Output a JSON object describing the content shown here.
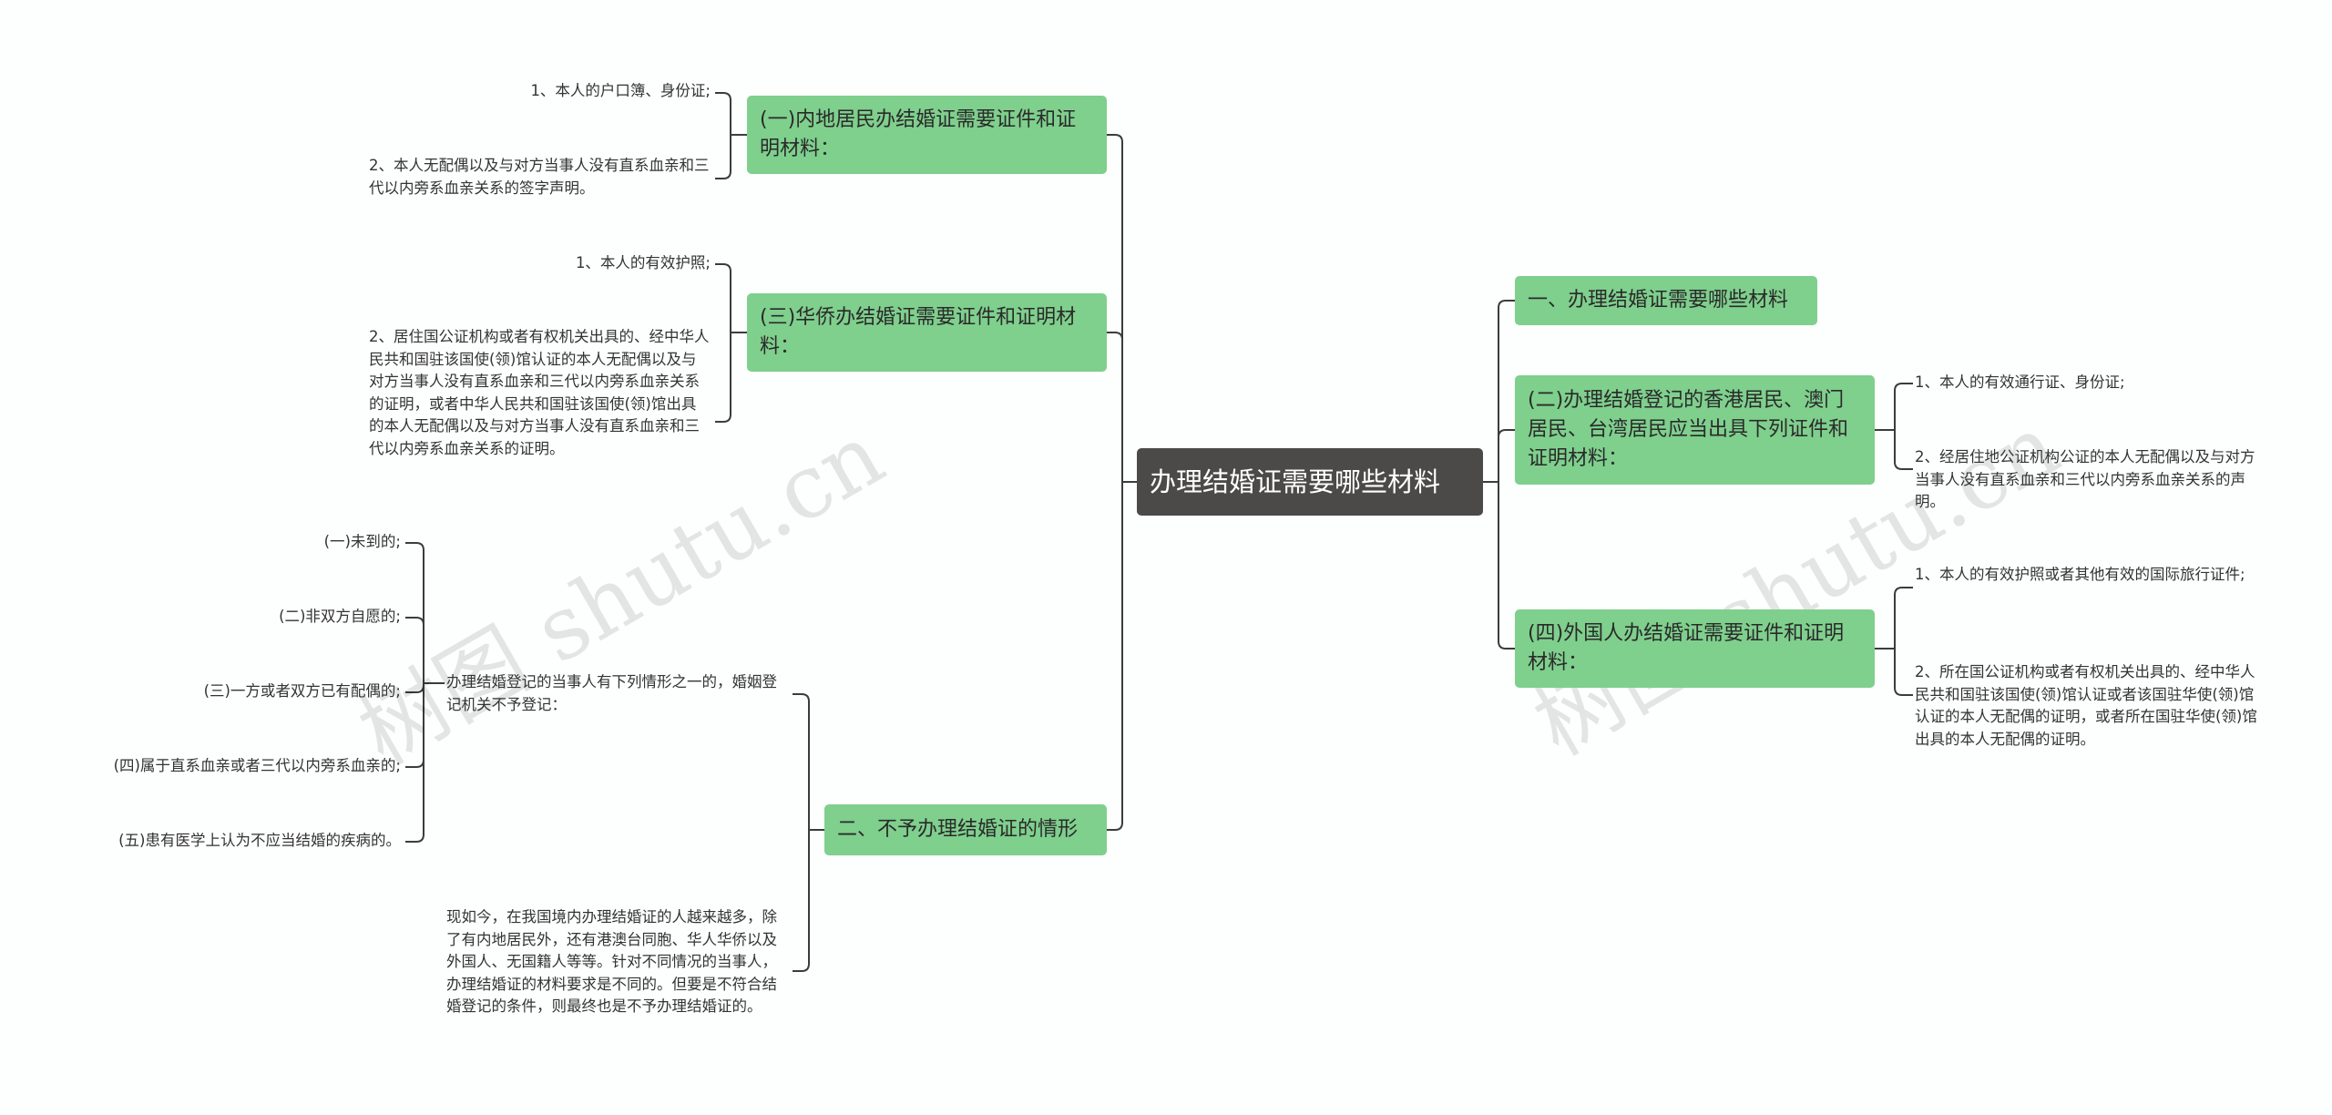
{
  "root": {
    "text": "办理结婚证需要哪些材料"
  },
  "watermark": "树图 shutu.cn",
  "left_branches": [
    {
      "id": "L1",
      "text": "(一)内地居民办结婚证需要证件和证明材料："
    },
    {
      "id": "L2",
      "text": "(三)华侨办结婚证需要证件和证明材料："
    },
    {
      "id": "L3",
      "text": "二、不予办理结婚证的情形"
    }
  ],
  "right_branches": [
    {
      "id": "R1",
      "text": "一、办理结婚证需要哪些材料"
    },
    {
      "id": "R2",
      "text": "(二)办理结婚登记的香港居民、澳门居民、台湾居民应当出具下列证件和证明材料："
    },
    {
      "id": "R3",
      "text": "(四)外国人办结婚证需要证件和证明材料："
    }
  ],
  "leaves": {
    "L1a": "1、本人的户口簿、身份证;",
    "L1b": "2、本人无配偶以及与对方当事人没有直系血亲和三代以内旁系血亲关系的签字声明。",
    "L2a": "1、本人的有效护照;",
    "L2b": "2、居住国公证机构或者有权机关出具的、经中华人民共和国驻该国使(领)馆认证的本人无配偶以及与对方当事人没有直系血亲和三代以内旁系血亲关系的证明，或者中华人民共和国驻该国使(领)馆出具的本人无配偶以及与对方当事人没有直系血亲和三代以内旁系血亲关系的证明。",
    "L3a": "办理结婚登记的当事人有下列情形之一的，婚姻登记机关不予登记：",
    "L3b": "现如今，在我国境内办理结婚证的人越来越多，除了有内地居民外，还有港澳台同胞、华人华侨以及外国人、无国籍人等等。针对不同情况的当事人，办理结婚证的材料要求是不同的。但要是不符合结婚登记的条件，则最终也是不予办理结婚证的。",
    "L3a1": "(一)未到的;",
    "L3a2": "(二)非双方自愿的;",
    "L3a3": "(三)一方或者双方已有配偶的;",
    "L3a4": "(四)属于直系血亲或者三代以内旁系血亲的;",
    "L3a5": "(五)患有医学上认为不应当结婚的疾病的。",
    "R2a": "1、本人的有效通行证、身份证;",
    "R2b": "2、经居住地公证机构公证的本人无配偶以及与对方当事人没有直系血亲和三代以内旁系血亲关系的声明。",
    "R3a": "1、本人的有效护照或者其他有效的国际旅行证件;",
    "R3b": "2、所在国公证机构或者有权机关出具的、经中华人民共和国驻该国使(领)馆认证或者该国驻华使(领)馆认证的本人无配偶的证明，或者所在国驻华使(领)馆出具的本人无配偶的证明。"
  },
  "colors": {
    "root_bg": "#4b4a48",
    "branch_bg": "#7fcf8d",
    "line": "#3c3c3c",
    "background": "#fdfefe"
  }
}
